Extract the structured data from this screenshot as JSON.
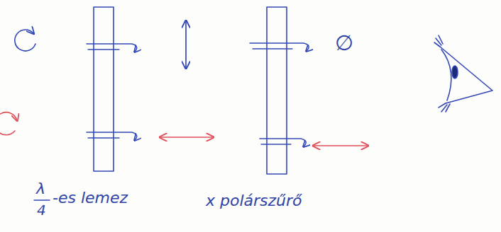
{
  "diagram": {
    "labels": [
      "∅",
      "λ",
      "4",
      "-es lemez",
      "x polárszűrő"
    ]
  }
}
